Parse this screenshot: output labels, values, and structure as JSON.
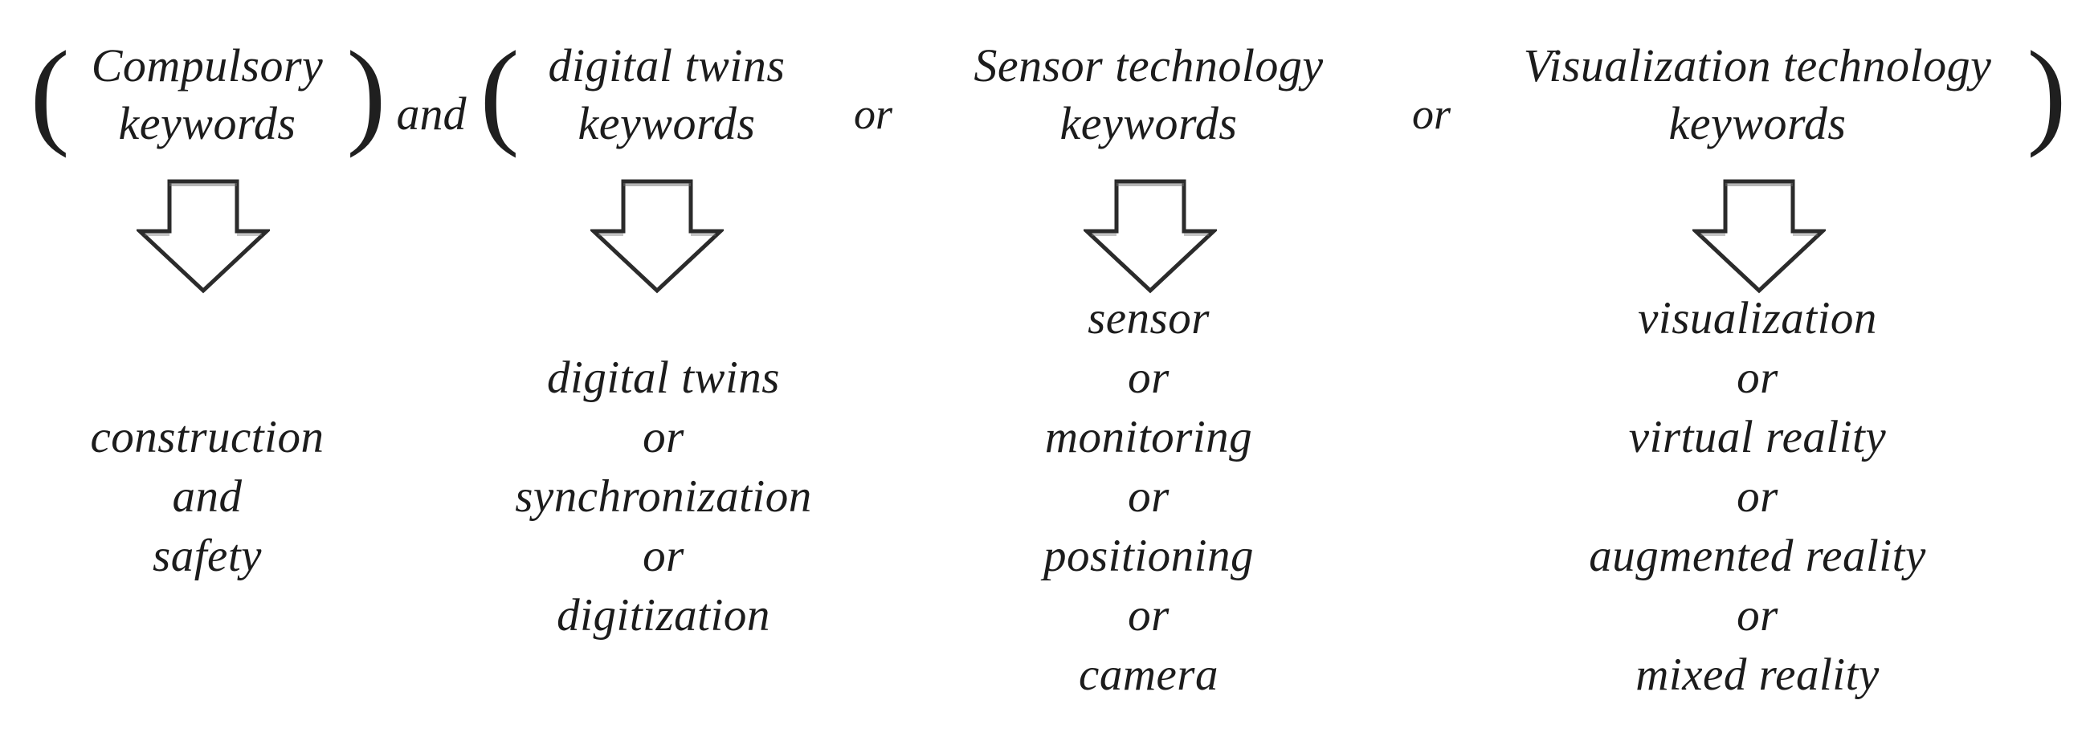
{
  "figure": {
    "description": "keyword search query diagram"
  },
  "formula": {
    "open_paren": "(",
    "close_paren": ")",
    "and_operator": "and",
    "or_operator_1": "or",
    "or_operator_2": "or",
    "groups": [
      {
        "line1": "Compulsory",
        "line2": "keywords"
      },
      {
        "line1": "digital twins",
        "line2": "keywords"
      },
      {
        "line1": "Sensor technology",
        "line2": "keywords"
      },
      {
        "line1": "Visualization technology",
        "line2": "keywords"
      }
    ]
  },
  "keyword_lists": {
    "compulsory": [
      "construction",
      "and",
      "safety"
    ],
    "digital_twins": [
      "digital twins",
      "or",
      "synchronization",
      "or",
      "digitization"
    ],
    "sensor": [
      "sensor",
      "or",
      "monitoring",
      "or",
      "positioning",
      "or",
      "camera"
    ],
    "visualization": [
      "visualization",
      "or",
      "virtual reality",
      "or",
      "augmented reality",
      "or",
      "mixed reality"
    ]
  },
  "icons": {
    "down_arrow": "hollow block arrow pointing down"
  },
  "colors": {
    "background": "#ffffff",
    "text": "#1c1c1c",
    "arrow_outline": "#2b2b2b",
    "arrow_fill": "#ffffff",
    "arrow_shadow": "#6e6e6e"
  }
}
